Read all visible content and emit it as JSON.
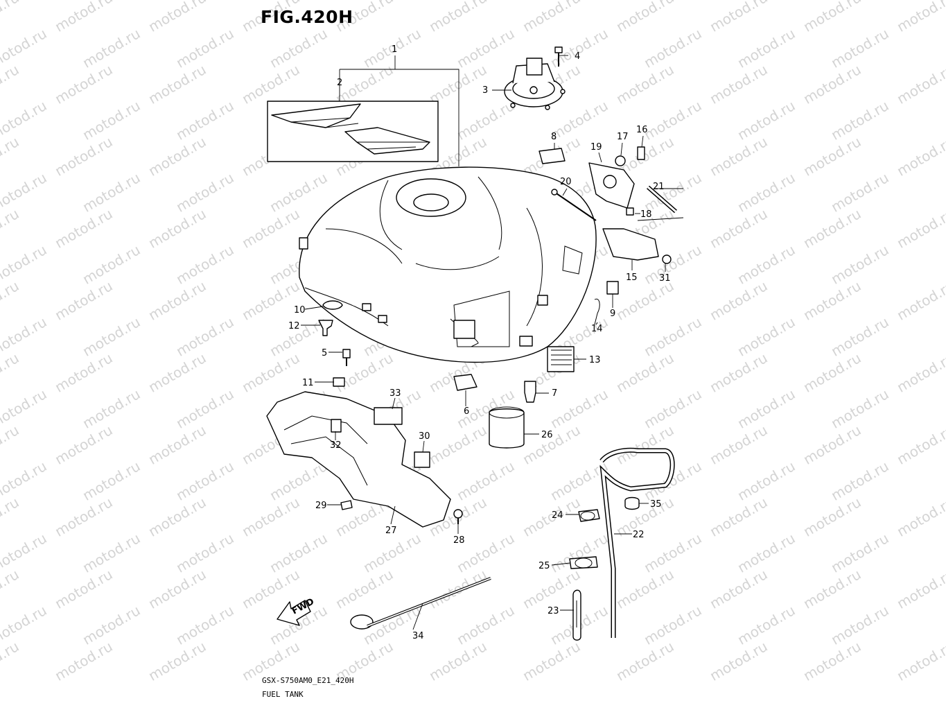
{
  "figure": {
    "title": "FIG.420H"
  },
  "watermark": {
    "text": "motod.ru"
  },
  "footer": {
    "model_code": "GSX-S750AM0_E21_420H",
    "caption": "FUEL TANK"
  },
  "callouts": {
    "c1": "1",
    "c2": "2",
    "c3": "3",
    "c4": "4",
    "c5": "5",
    "c6": "6",
    "c7": "7",
    "c8": "8",
    "c9": "9",
    "c10": "10",
    "c11": "11",
    "c12": "12",
    "c13": "13",
    "c14": "14",
    "c15": "15",
    "c16": "16",
    "c17": "17",
    "c18": "18",
    "c19": "19",
    "c20": "20",
    "c21": "21",
    "c22": "22",
    "c23": "23",
    "c24": "24",
    "c25": "25",
    "c26": "26",
    "c27": "27",
    "c28": "28",
    "c29": "29",
    "c30": "30",
    "c31": "31",
    "c32": "32",
    "c33": "33",
    "c34": "34",
    "c35": "35"
  },
  "fwd_arrow": {
    "label": "FWD"
  }
}
